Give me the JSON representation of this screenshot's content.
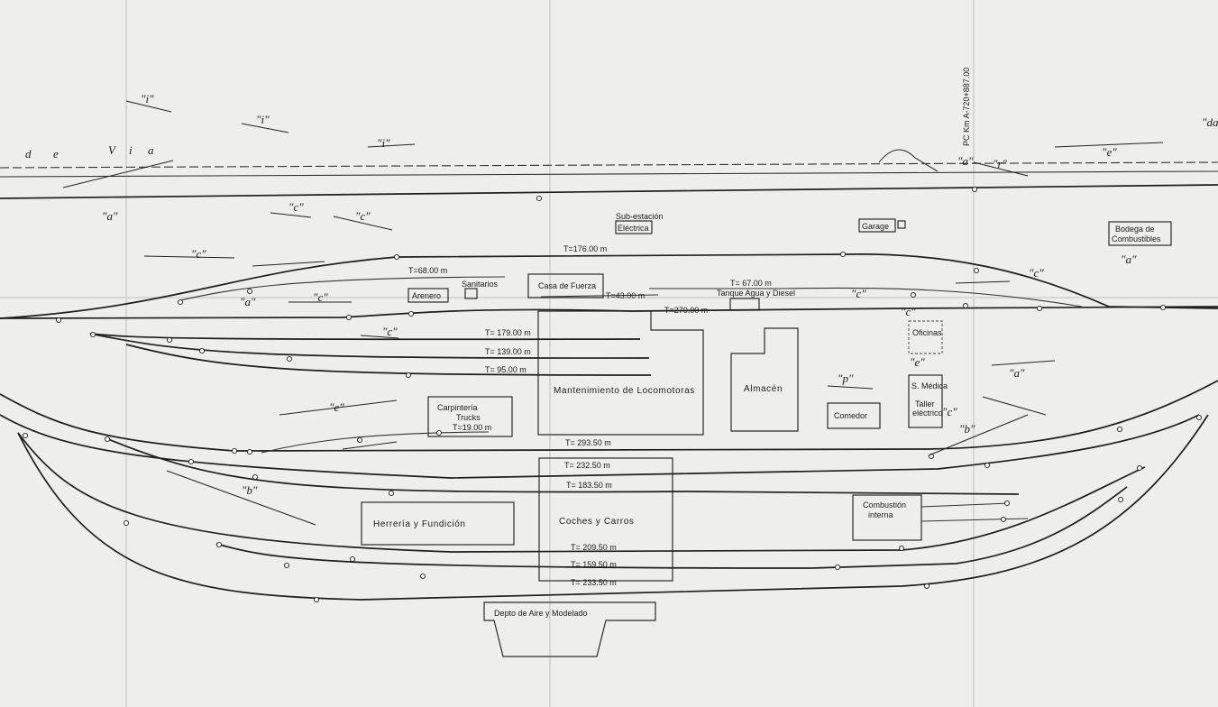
{
  "header_markers": {
    "via_d": "d",
    "via_e": "e",
    "via_v": "V",
    "via_i": "i",
    "via_a": "a",
    "km": "PC   Km  A-720+887.00"
  },
  "buildings": {
    "subestacion_1": "Sub-estación",
    "subestacion_2": "Eléctrica",
    "garage": "Garage",
    "bodega_1": "Bodega  de",
    "bodega_2": "Combustibles",
    "arenero": "Arenero",
    "sanitarios": "Sanitarios",
    "casa_fuerza": "Casa de Fuerza",
    "tanque": "Tanque Agua y Diesel",
    "mantenimiento": "Mantenimiento  de  Locomotoras",
    "almacen": "Almacén",
    "oficinas": "Oficinas",
    "s_medica": "S. Médica",
    "taller_1": "Taller",
    "taller_2": "eléctrico",
    "comedor": "Comedor",
    "carpinteria_1": "Carpintería",
    "carpinteria_2": "Trucks",
    "herreria": "Herrería  y  Fundición",
    "coches": "Coches  y  Carros",
    "combustion_1": "Combustión",
    "combustion_2": "interna",
    "depto": "Depto de Aire  y  Modelado"
  },
  "track_lengths": {
    "t176": "T=176.00 m",
    "t68": "T=68.00 m",
    "t67": "T= 67.00 m",
    "t43": "T=43.00 m",
    "t270": "T=270.00 m",
    "t179": "T=  179.00 m",
    "t139": "T=  139.00 m",
    "t95": "T=   95.00 m",
    "t19": "T=19.00 m",
    "t293": "T= 293.50  m",
    "t232": "T= 232.50  m",
    "t183": "T= 183.50 m",
    "t209": "T= 209.50  m",
    "t159": "T= 159.50  m",
    "t233": "T= 233.50  m"
  },
  "zone_markers": {
    "i1": "\"i\"",
    "i2": "\"i\"",
    "i3": "\"i\"",
    "c1": "\"c\"",
    "c2": "\"c\"",
    "c3": "\"c\"",
    "c4": "\"c\"",
    "c5": "\"c\"",
    "c6": "\"c\"",
    "c7": "\"c\"",
    "c8": "\"c\"",
    "c9": "\"c\"",
    "a1": "\"a\"",
    "a2": "\"a\"",
    "a3": "\"a\"",
    "a4": "\"a\"",
    "a5": "\"a\"",
    "e1": "\"e\"",
    "e2": "\"e\"",
    "e3": "\"e\"",
    "r1": "\"r\"",
    "p1": "\"p\"",
    "b1": "\"b\"",
    "b2": "\"b\"",
    "d1": "\"da"
  }
}
